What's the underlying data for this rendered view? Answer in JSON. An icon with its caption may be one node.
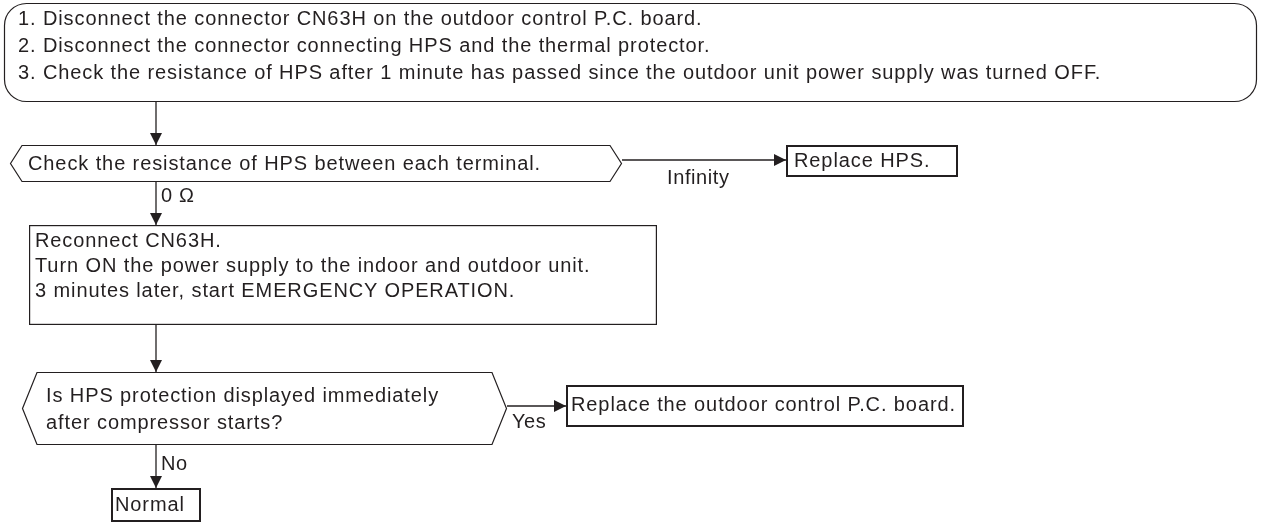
{
  "diagram": {
    "nodes": [
      {
        "text": [
          "1. Disconnect the connector CN63H on the outdoor control P.C. board.",
          "2. Disconnect the connector connecting HPS and the thermal protector.",
          "3. Check the resistance of HPS after 1 minute has passed since the outdoor unit power supply was turned OFF."
        ]
      },
      {
        "text": [
          "Check the resistance of HPS between each terminal."
        ]
      },
      {
        "text": [
          "Replace HPS."
        ]
      },
      {
        "text": [
          "Reconnect CN63H.",
          "Turn ON the power supply to the indoor and outdoor unit.",
          "3 minutes later, start EMERGENCY OPERATION."
        ]
      },
      {
        "text": [
          "Is HPS protection displayed immediately after compressor starts?"
        ]
      },
      {
        "text": [
          "Replace the outdoor control P.C. board."
        ]
      },
      {
        "text": [
          "Normal"
        ]
      }
    ],
    "edges": [
      {
        "from": 0,
        "to": 1,
        "arrow": "to"
      },
      {
        "from": 1,
        "to": 2,
        "arrow": "to",
        "label": "Infinity"
      },
      {
        "from": 1,
        "to": 3,
        "arrow": "to",
        "label": "0 Ω"
      },
      {
        "from": 3,
        "to": 4,
        "arrow": "to"
      },
      {
        "from": 4,
        "to": 5,
        "arrow": "to",
        "label": "Yes"
      },
      {
        "from": 4,
        "to": 6,
        "arrow": "to",
        "label": "No"
      }
    ]
  }
}
